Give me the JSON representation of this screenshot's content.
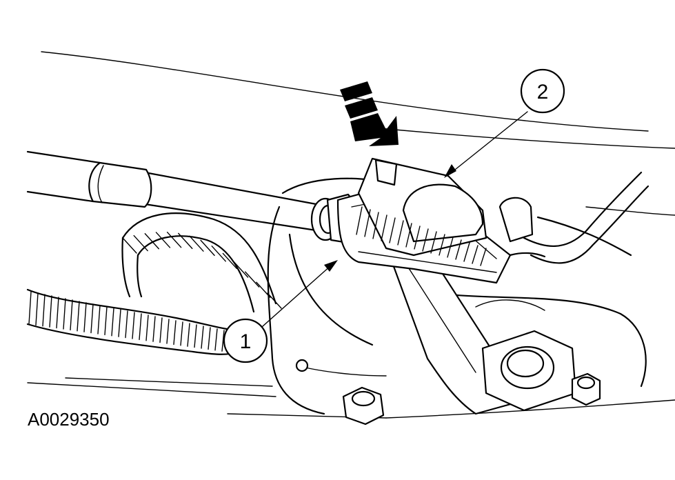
{
  "callouts": {
    "one": "1",
    "two": "2"
  },
  "figure_id": "A0029350",
  "icons": {
    "push_arrow": "direction-of-force-arrow"
  }
}
